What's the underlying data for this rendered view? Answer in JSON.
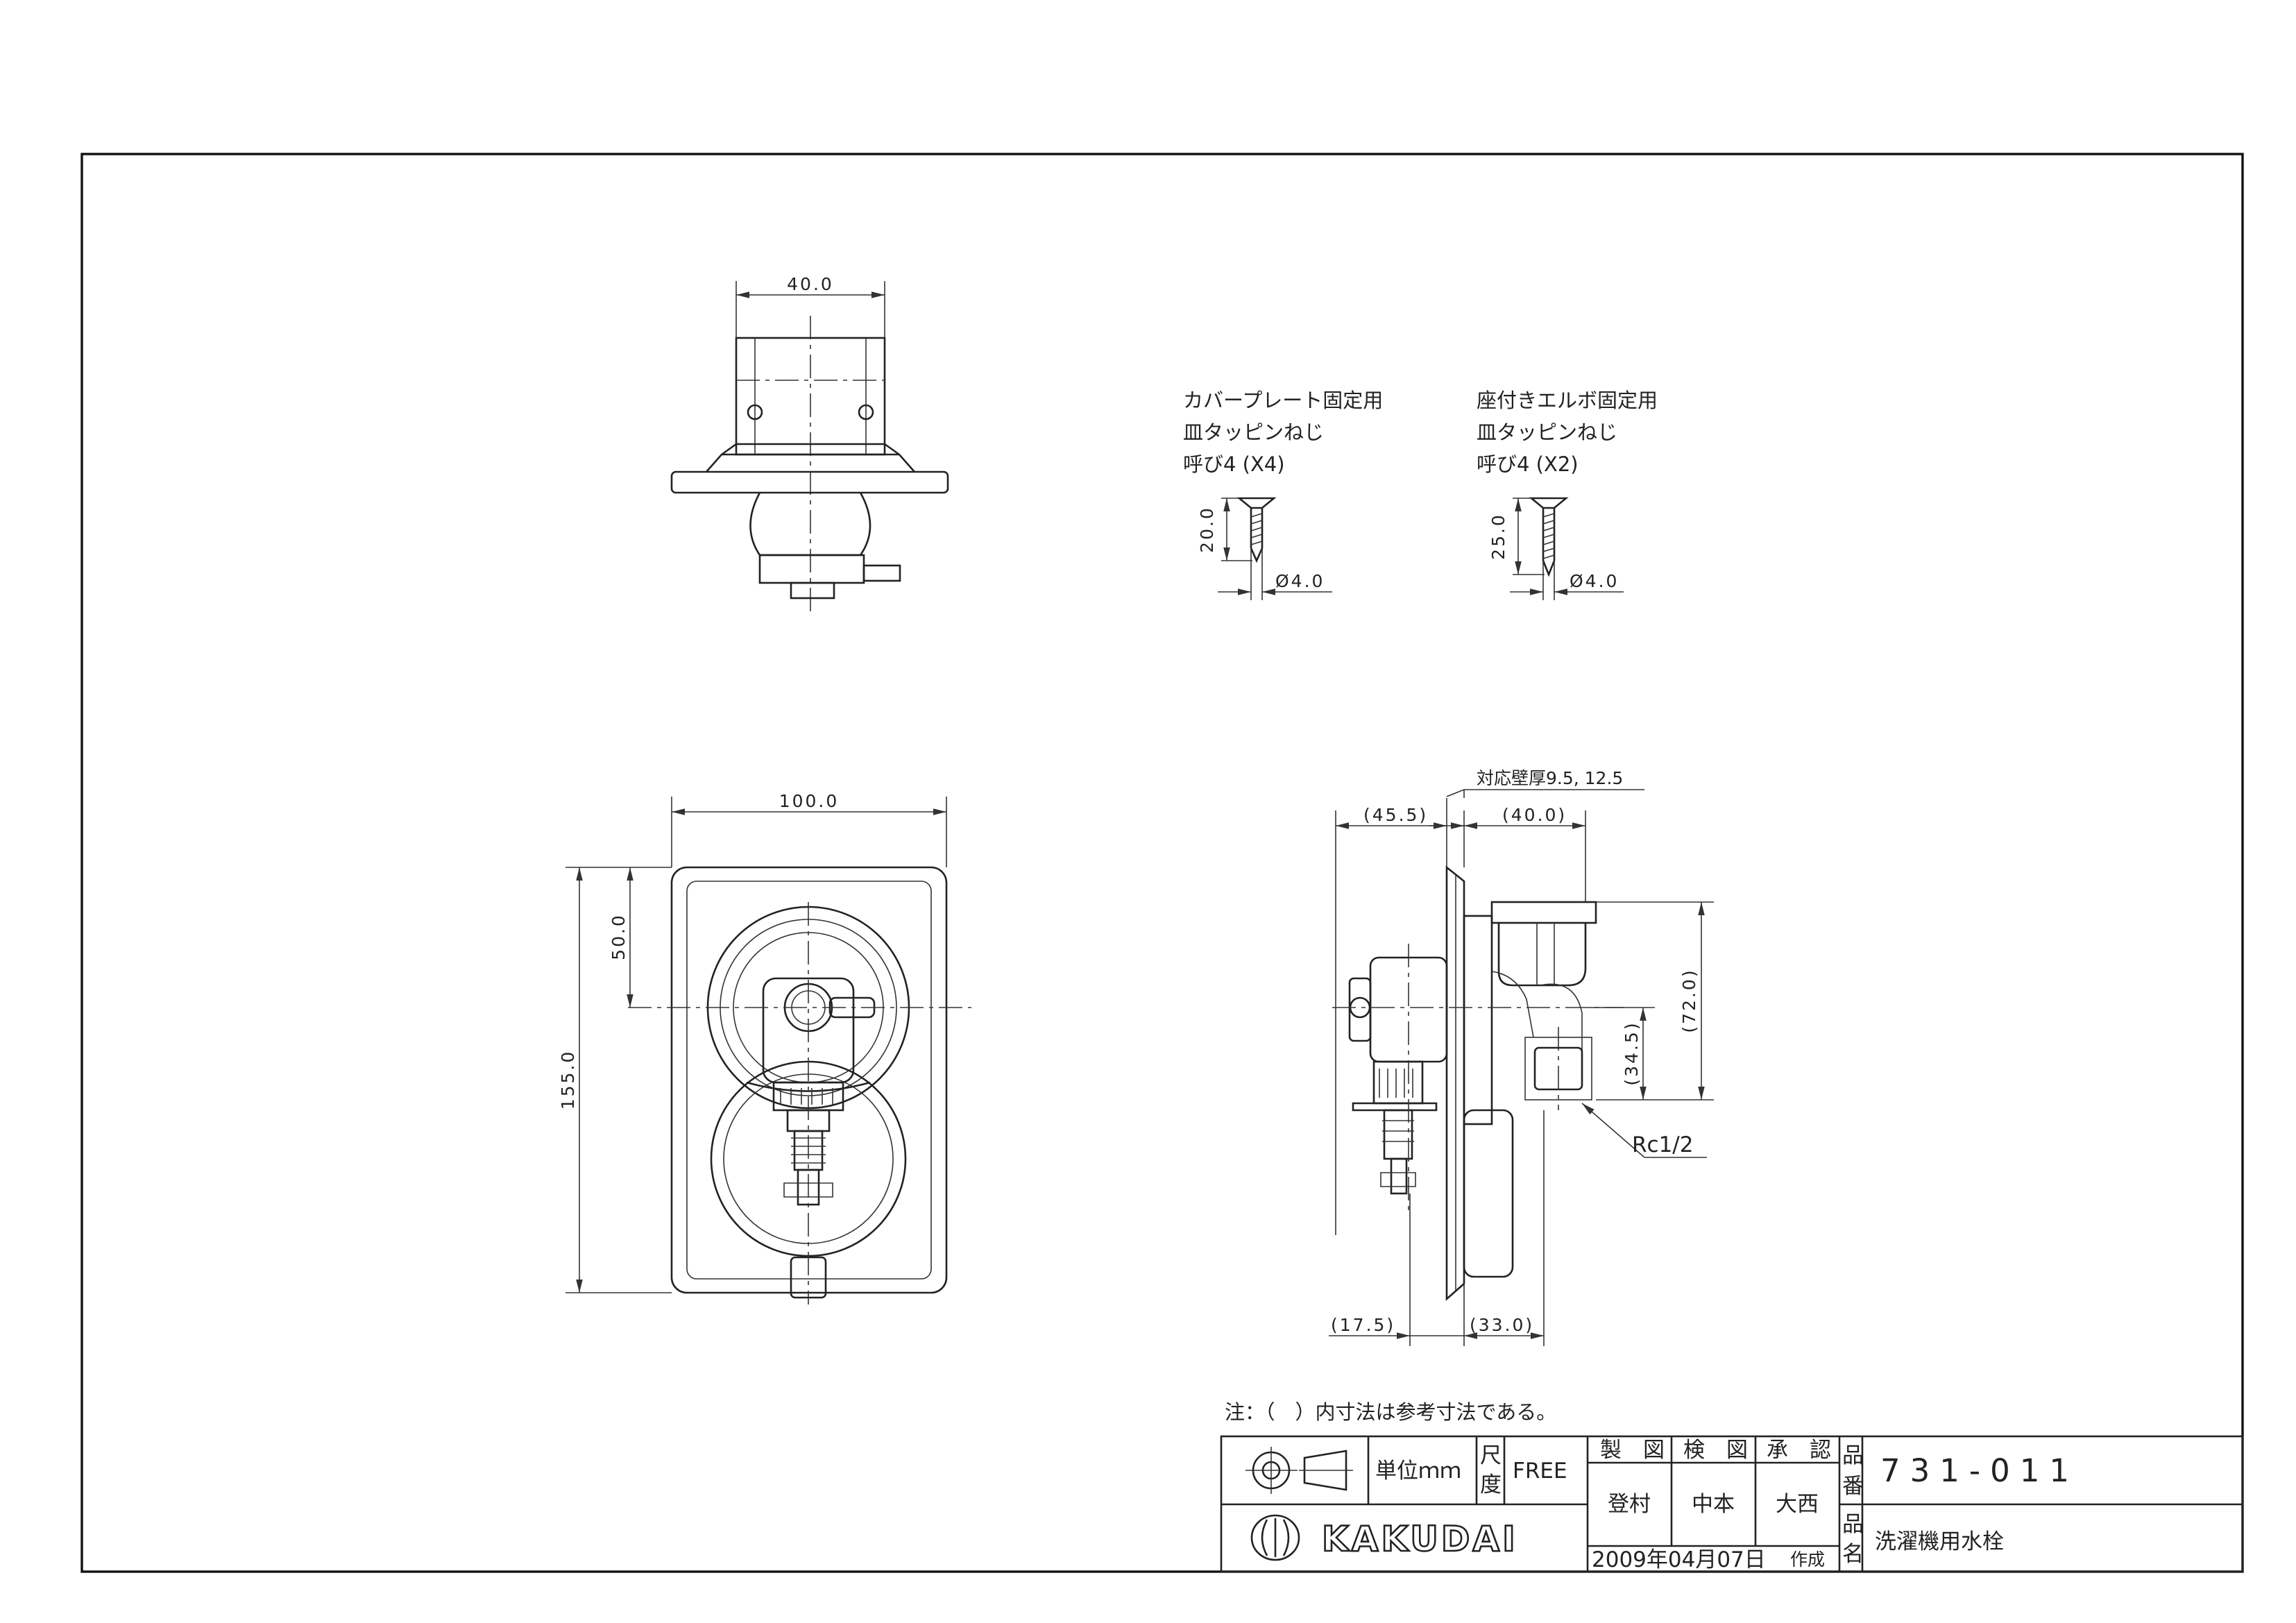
{
  "dimensions": {
    "top_width": "40.0",
    "front_width": "100.0",
    "front_height": "155.0",
    "front_center": "50.0",
    "side_left": "(45.5)",
    "side_right": "(40.0)",
    "side_wall": "対応壁厚9.5, 12.5",
    "side_height": "(72.0)",
    "side_outlet": "(34.5)",
    "side_thread": "Rc1/2",
    "side_bottom_left": "(17.5)",
    "side_bottom_right": "(33.0)"
  },
  "screws": [
    {
      "purpose": "カバープレート固定用",
      "name": "皿タッピンねじ",
      "spec": "呼び4 (X4)",
      "length": "20.0",
      "diameter": "Ø4.0"
    },
    {
      "purpose": "座付きエルボ固定用",
      "name": "皿タッピンねじ",
      "spec": "呼び4 (X2)",
      "length": "25.0",
      "diameter": "Ø4.0"
    }
  ],
  "note": "注：（　）内寸法は参考寸法である。",
  "title_block": {
    "unit_label": "単位ｍｍ",
    "scale_label_1": "尺",
    "scale_label_2": "度",
    "scale_value": "FREE",
    "made_label": "製　図",
    "check_label": "検　図",
    "approve_label": "承　認",
    "made_by": "登村",
    "checked_by": "中本",
    "approved_by": "大西",
    "date": "2009年04月07日",
    "date_suffix": "作成",
    "part_no_label_1": "品",
    "part_no_label_2": "番",
    "part_no": "731-011",
    "part_name_label_1": "品",
    "part_name_label_2": "名",
    "part_name": "洗濯機用水栓",
    "logo_text": "KAKUDAI"
  }
}
